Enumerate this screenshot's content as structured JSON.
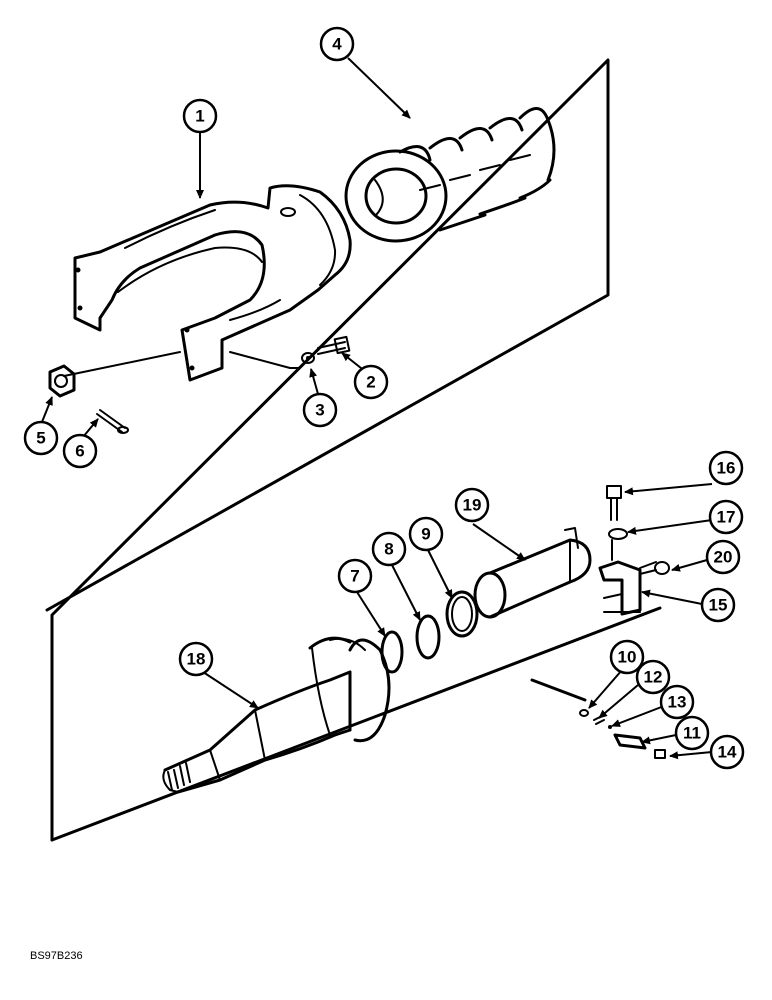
{
  "figure_id": "BS97B236",
  "callouts": [
    {
      "label": "1",
      "part": "yoke"
    },
    {
      "label": "2",
      "part": "bolt"
    },
    {
      "label": "3",
      "part": "washer"
    },
    {
      "label": "4",
      "part": "recoil-spring"
    },
    {
      "label": "5",
      "part": "castle-nut"
    },
    {
      "label": "6",
      "part": "cotter-pin"
    },
    {
      "label": "7",
      "part": "ring"
    },
    {
      "label": "8",
      "part": "ring"
    },
    {
      "label": "9",
      "part": "seal"
    },
    {
      "label": "10",
      "part": "fitting"
    },
    {
      "label": "11",
      "part": "fitting"
    },
    {
      "label": "12",
      "part": "spring"
    },
    {
      "label": "13",
      "part": "ball"
    },
    {
      "label": "14",
      "part": "cap"
    },
    {
      "label": "15",
      "part": "bracket"
    },
    {
      "label": "16",
      "part": "bolt"
    },
    {
      "label": "17",
      "part": "washer"
    },
    {
      "label": "18",
      "part": "rod"
    },
    {
      "label": "19",
      "part": "cylinder"
    },
    {
      "label": "20",
      "part": "nut"
    }
  ]
}
